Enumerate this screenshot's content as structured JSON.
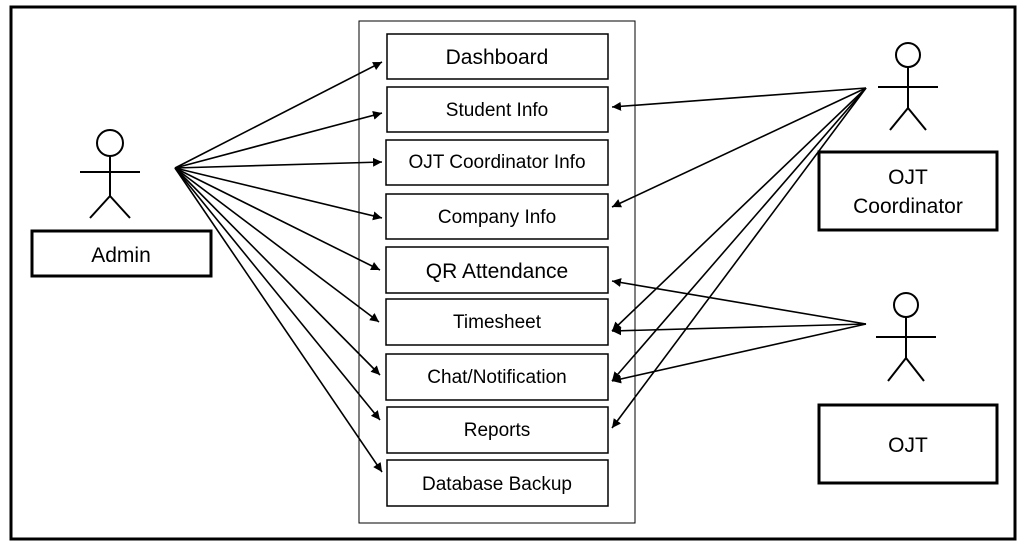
{
  "use_cases": [
    {
      "id": "dashboard",
      "label": "Dashboard"
    },
    {
      "id": "student",
      "label": "Student Info"
    },
    {
      "id": "coordinator",
      "label": "OJT Coordinator Info"
    },
    {
      "id": "company",
      "label": "Company Info"
    },
    {
      "id": "qr",
      "label": "QR Attendance"
    },
    {
      "id": "timesheet",
      "label": "Timesheet"
    },
    {
      "id": "chat",
      "label": "Chat/Notification"
    },
    {
      "id": "reports",
      "label": "Reports"
    },
    {
      "id": "backup",
      "label": "Database Backup"
    }
  ],
  "actors": {
    "admin": {
      "label": "Admin",
      "uses": [
        "dashboard",
        "student",
        "coordinator",
        "company",
        "qr",
        "timesheet",
        "chat",
        "reports",
        "backup"
      ]
    },
    "ojt_coordinator": {
      "label_line1": "OJT",
      "label_line2": "Coordinator",
      "uses": [
        "student",
        "company",
        "timesheet",
        "chat",
        "reports"
      ]
    },
    "ojt": {
      "label": "OJT",
      "uses": [
        "qr",
        "timesheet",
        "chat"
      ]
    }
  }
}
